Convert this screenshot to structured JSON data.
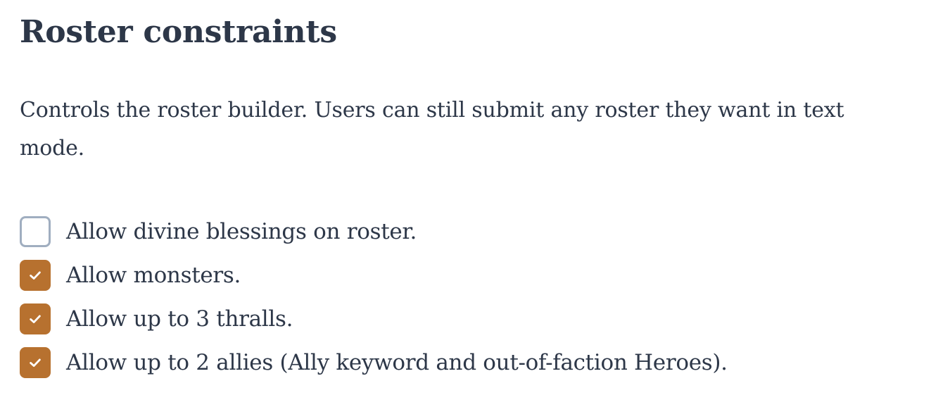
{
  "section": {
    "title": "Roster constraints",
    "description": "Controls the roster builder. Users can still submit any roster they want in text mode."
  },
  "options": [
    {
      "label": "Allow divine blessings on roster.",
      "checked": false
    },
    {
      "label": "Allow monsters.",
      "checked": true
    },
    {
      "label": "Allow up to 3 thralls.",
      "checked": true
    },
    {
      "label": "Allow up to 2 allies (Ally keyword and out-of-faction Heroes).",
      "checked": true
    }
  ],
  "colors": {
    "checkbox_checked": "#b7712f",
    "checkbox_unchecked_border": "#a0aec0",
    "text": "#2d3748"
  },
  "icons": {
    "checked": "check-icon"
  }
}
